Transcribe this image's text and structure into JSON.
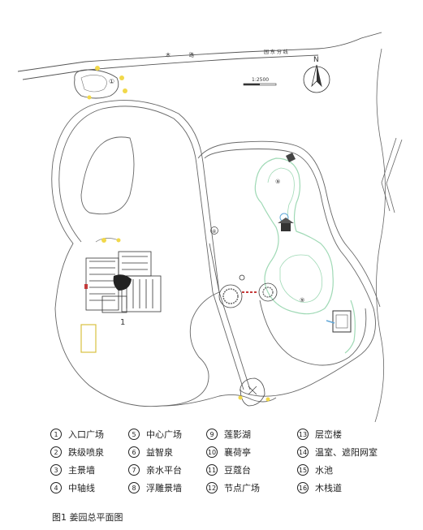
{
  "figure": {
    "caption": "图1  姜园总平面图",
    "scale_label": "1:2500",
    "north_label": "N",
    "road_labels": [
      "木",
      "路",
      "园 东 分 线"
    ],
    "map_markers": [
      "①",
      "⑨",
      "④",
      "⑨",
      "1"
    ],
    "colors": {
      "line": "#555555",
      "water": "#9fd9b5",
      "water_blue": "#62a8d8",
      "plaza_yellow": "#f1d84a",
      "highlight_red": "#c43a3a"
    }
  },
  "legend": {
    "items": [
      {
        "num": "1",
        "label": "入口广场"
      },
      {
        "num": "5",
        "label": "中心广场"
      },
      {
        "num": "9",
        "label": "莲影湖"
      },
      {
        "num": "13",
        "label": "层峦楼"
      },
      {
        "num": "2",
        "label": "跌级喷泉"
      },
      {
        "num": "6",
        "label": "益智泉"
      },
      {
        "num": "10",
        "label": "襄荷亭"
      },
      {
        "num": "14",
        "label": "温室、遮阳网室"
      },
      {
        "num": "3",
        "label": "主景墙"
      },
      {
        "num": "7",
        "label": "亲水平台"
      },
      {
        "num": "11",
        "label": "豆蔻台"
      },
      {
        "num": "15",
        "label": "水池"
      },
      {
        "num": "4",
        "label": "中轴线"
      },
      {
        "num": "8",
        "label": "浮雕景墙"
      },
      {
        "num": "12",
        "label": "节点广场"
      },
      {
        "num": "16",
        "label": "木栈道"
      }
    ]
  }
}
